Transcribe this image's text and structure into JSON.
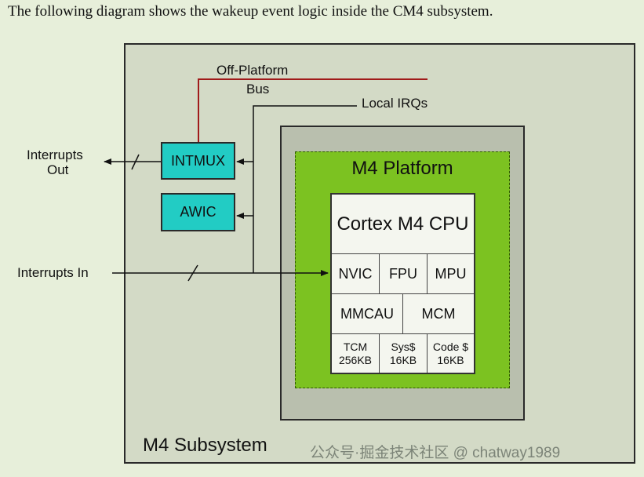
{
  "caption": "The following diagram shows the wakeup event logic inside the CM4 subsystem.",
  "diagram": {
    "subsystem_label": "M4 Subsystem",
    "platform_label": "M4 Platform",
    "bus_label_line1": "Off-Platform",
    "bus_label_line2": "Bus",
    "local_irqs_label": "Local IRQs",
    "interrupts_out_line1": "Interrupts",
    "interrupts_out_line2": "Out",
    "interrupts_in_label": "Interrupts In",
    "intmux_label": "INTMUX",
    "awic_label": "AWIC",
    "cpu_label": "Cortex M4 CPU",
    "nvic_label": "NVIC",
    "fpu_label": "FPU",
    "mpu_label": "MPU",
    "mmcau_label": "MMCAU",
    "mcm_label": "MCM",
    "tcm": {
      "name": "TCM",
      "size": "256KB"
    },
    "sys_cache": {
      "name": "Sys$",
      "size": "16KB"
    },
    "code_cache": {
      "name": "Code $",
      "size": "16KB"
    }
  },
  "watermark": "公众号·掘金技术社区 @ chatway1989",
  "colors": {
    "background": "#e7efda",
    "subsystem": "#d3dac6",
    "platform": "#7cc221",
    "teal_blocks": "#22ccc4",
    "bus_line": "#a01a1a"
  }
}
